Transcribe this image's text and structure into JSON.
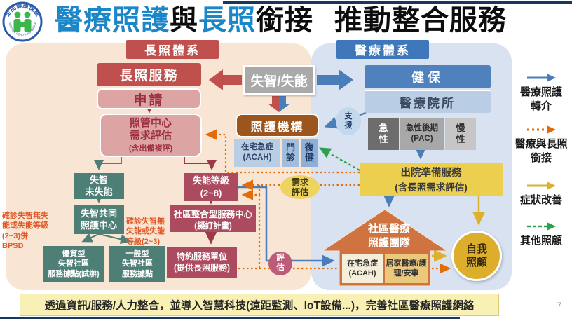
{
  "header": {
    "logo": {
      "arc_top": "全民健康保險",
      "arc_bottom": "NATIONAL HEALTH INSURANCE"
    },
    "title": {
      "medical_care": "醫療照護",
      "and": "與",
      "ltc": "長照",
      "connect": "銜接",
      "promote": "推動整合服務"
    }
  },
  "system_headers": {
    "ltc": "長照體系",
    "medical": "醫療體系"
  },
  "ltc": {
    "service": "長照服務",
    "apply": "申請",
    "care_center": {
      "title": "照管中心\n需求評估",
      "note": "(含出備複評)"
    },
    "dementia_no_disability": "失智\n未失能",
    "dementia_care_center": "失智共同\n照護中心",
    "bpsd_note": "確診失智無失\n能或失能等級\n(2~3)併\nBPSD",
    "no_bpsd_note": "確診失智無\n失能或失能\n等級(2~3)",
    "premium_site": "優質型\n失智社區\n服務據點(試辦)",
    "general_site": "一般型\n失智社區\n服務據點",
    "disability_level": "失能等級\n(2~8)",
    "community_center": {
      "title": "社區整合型服務中心",
      "note": "(擬訂計畫)"
    },
    "contracted_unit": "特約服務單位\n(提供長照服務)"
  },
  "center": {
    "dementia_disability": "失智/失能",
    "care_org": "照護機構",
    "acah": "在宅急症\n(ACAH)",
    "outpatient": "門\n診",
    "rehab": "復\n健",
    "needs_assessment": "需求\n評估",
    "assessment": "評\n估"
  },
  "medical": {
    "nhi": "健保",
    "institutions": "醫療院所",
    "support": "支\n援",
    "acute": "急\n性",
    "pac": "急性後期\n(PAC)",
    "chronic": "慢\n性",
    "discharge": {
      "title": "出院準備服務",
      "note": "(含長照需求評估)"
    },
    "team": {
      "title": "社區醫療\n照護團隊",
      "acah": "在宅急症\n(ACAH)",
      "home_care": "居家醫療/護\n理/安寧"
    },
    "self_care": "自我\n照顧"
  },
  "legend": {
    "items": [
      {
        "label": "醫療照護\n轉介",
        "style": "blue-solid"
      },
      {
        "label": "醫療與長照\n銜接",
        "style": "orange-dotted"
      },
      {
        "label": "症狀改善",
        "style": "yellow-solid"
      },
      {
        "label": "其他照顧",
        "style": "green-dashed"
      }
    ]
  },
  "footer": {
    "banner": "透過資訊/服務/人力整合，並導入智慧科技(遠距監測、IoT設備...)，完善社區醫療照護網絡",
    "page": "7"
  },
  "colors": {
    "title_blue": "#1b86c8",
    "red": "#c0504d",
    "blue": "#4a7ebb",
    "crimson": "#ac4a5f",
    "teal": "#4e7f76",
    "brown": "#9c551d",
    "orange_dotted": "#e36c09",
    "green_dashed": "#2ca04c",
    "yellow": "#dfb02d",
    "house_orange": "#cf7340",
    "panel_peach": "#f9e5d3",
    "panel_blue": "#d9e2f0"
  }
}
